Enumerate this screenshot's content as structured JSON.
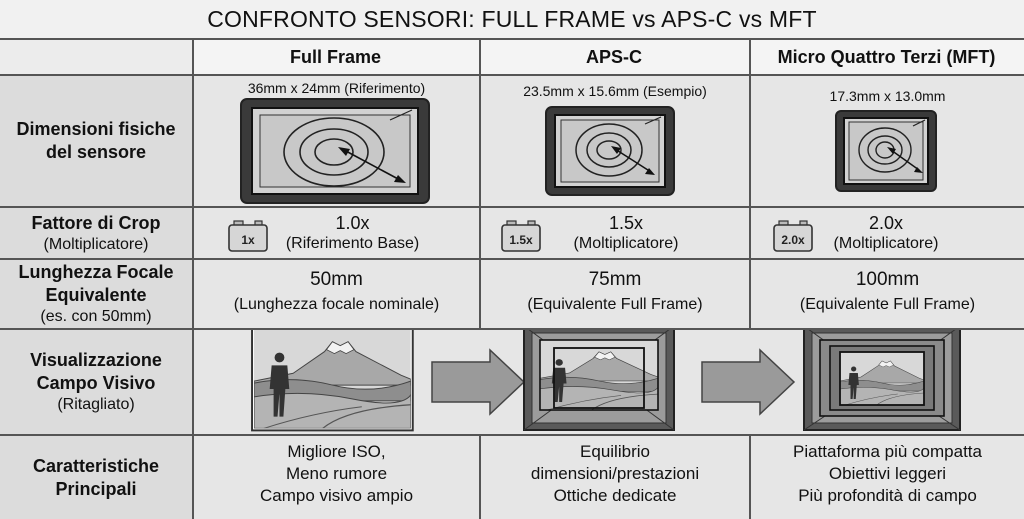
{
  "title": "CONFRONTO SENSORI: FULL FRAME vs APS-C vs MFT",
  "columns": [
    "Full Frame",
    "APS-C",
    "Micro Quattro Terzi (MFT)"
  ],
  "rows": [
    {
      "bold": [
        "Dimensioni fisiche",
        "del sensore"
      ],
      "normal": []
    },
    {
      "bold": [
        "Fattore di Crop"
      ],
      "normal": [
        "(Moltiplicatore)"
      ]
    },
    {
      "bold": [
        "Lunghezza Focale",
        "Equivalente"
      ],
      "normal": [
        "(es. con 50mm)"
      ]
    },
    {
      "bold": [
        "Visualizzazione",
        "Campo Visivo"
      ],
      "normal": [
        "(Ritagliato)"
      ]
    },
    {
      "bold": [
        "Caratteristiche",
        "Principali"
      ],
      "normal": []
    }
  ],
  "sensors": [
    {
      "dimensions": "36mm x 24mm (Riferimento)",
      "crop_badge": "1x",
      "crop_value": "1.0x",
      "crop_note": "(Riferimento Base)",
      "focal_value": "50mm",
      "focal_note": "(Lunghezza focale nominale)",
      "features": [
        "Migliore ISO,",
        "Meno rumore",
        "Campo visivo ampio"
      ]
    },
    {
      "dimensions": "23.5mm x 15.6mm (Esempio)",
      "crop_badge": "1.5x",
      "crop_value": "1.5x",
      "crop_note": "(Moltiplicatore)",
      "focal_value": "75mm",
      "focal_note": "(Equivalente Full Frame)",
      "features": [
        "Equilibrio",
        "dimensioni/prestazioni",
        "Ottiche dedicate"
      ]
    },
    {
      "dimensions": "17.3mm x 13.0mm",
      "crop_badge": "2.0x",
      "crop_value": "2.0x",
      "crop_note": "(Moltiplicatore)",
      "focal_value": "100mm",
      "focal_note": "(Equivalente Full Frame)",
      "features": [
        "Piattaforma più compatta",
        "Obiettivi leggeri",
        "Più profondità di campo"
      ]
    }
  ],
  "icons": {
    "sensor": "sensor-diagram-icon",
    "camera": "camera-badge-icon",
    "landscape": "landscape-scene-icon",
    "arrow": "right-arrow-icon"
  }
}
